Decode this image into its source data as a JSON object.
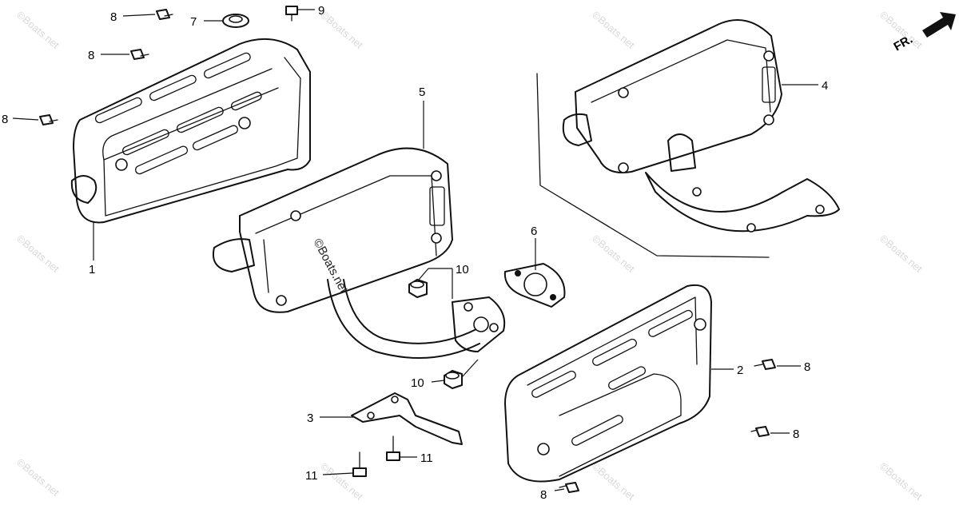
{
  "watermark": "©Boats.net",
  "center_watermark": "©Boats.net",
  "orientation_label": "FR.",
  "callouts": [
    {
      "id": "c1",
      "label": "1"
    },
    {
      "id": "c2",
      "label": "2"
    },
    {
      "id": "c3",
      "label": "3"
    },
    {
      "id": "c4",
      "label": "4"
    },
    {
      "id": "c5",
      "label": "5"
    },
    {
      "id": "c6",
      "label": "6"
    },
    {
      "id": "c7",
      "label": "7"
    },
    {
      "id": "c8a",
      "label": "8"
    },
    {
      "id": "c8b",
      "label": "8"
    },
    {
      "id": "c8c",
      "label": "8"
    },
    {
      "id": "c8d",
      "label": "8"
    },
    {
      "id": "c8e",
      "label": "8"
    },
    {
      "id": "c8f",
      "label": "8"
    },
    {
      "id": "c9",
      "label": "9"
    },
    {
      "id": "c10a",
      "label": "10"
    },
    {
      "id": "c10b",
      "label": "10"
    },
    {
      "id": "c11a",
      "label": "11"
    },
    {
      "id": "c11b",
      "label": "11"
    }
  ]
}
